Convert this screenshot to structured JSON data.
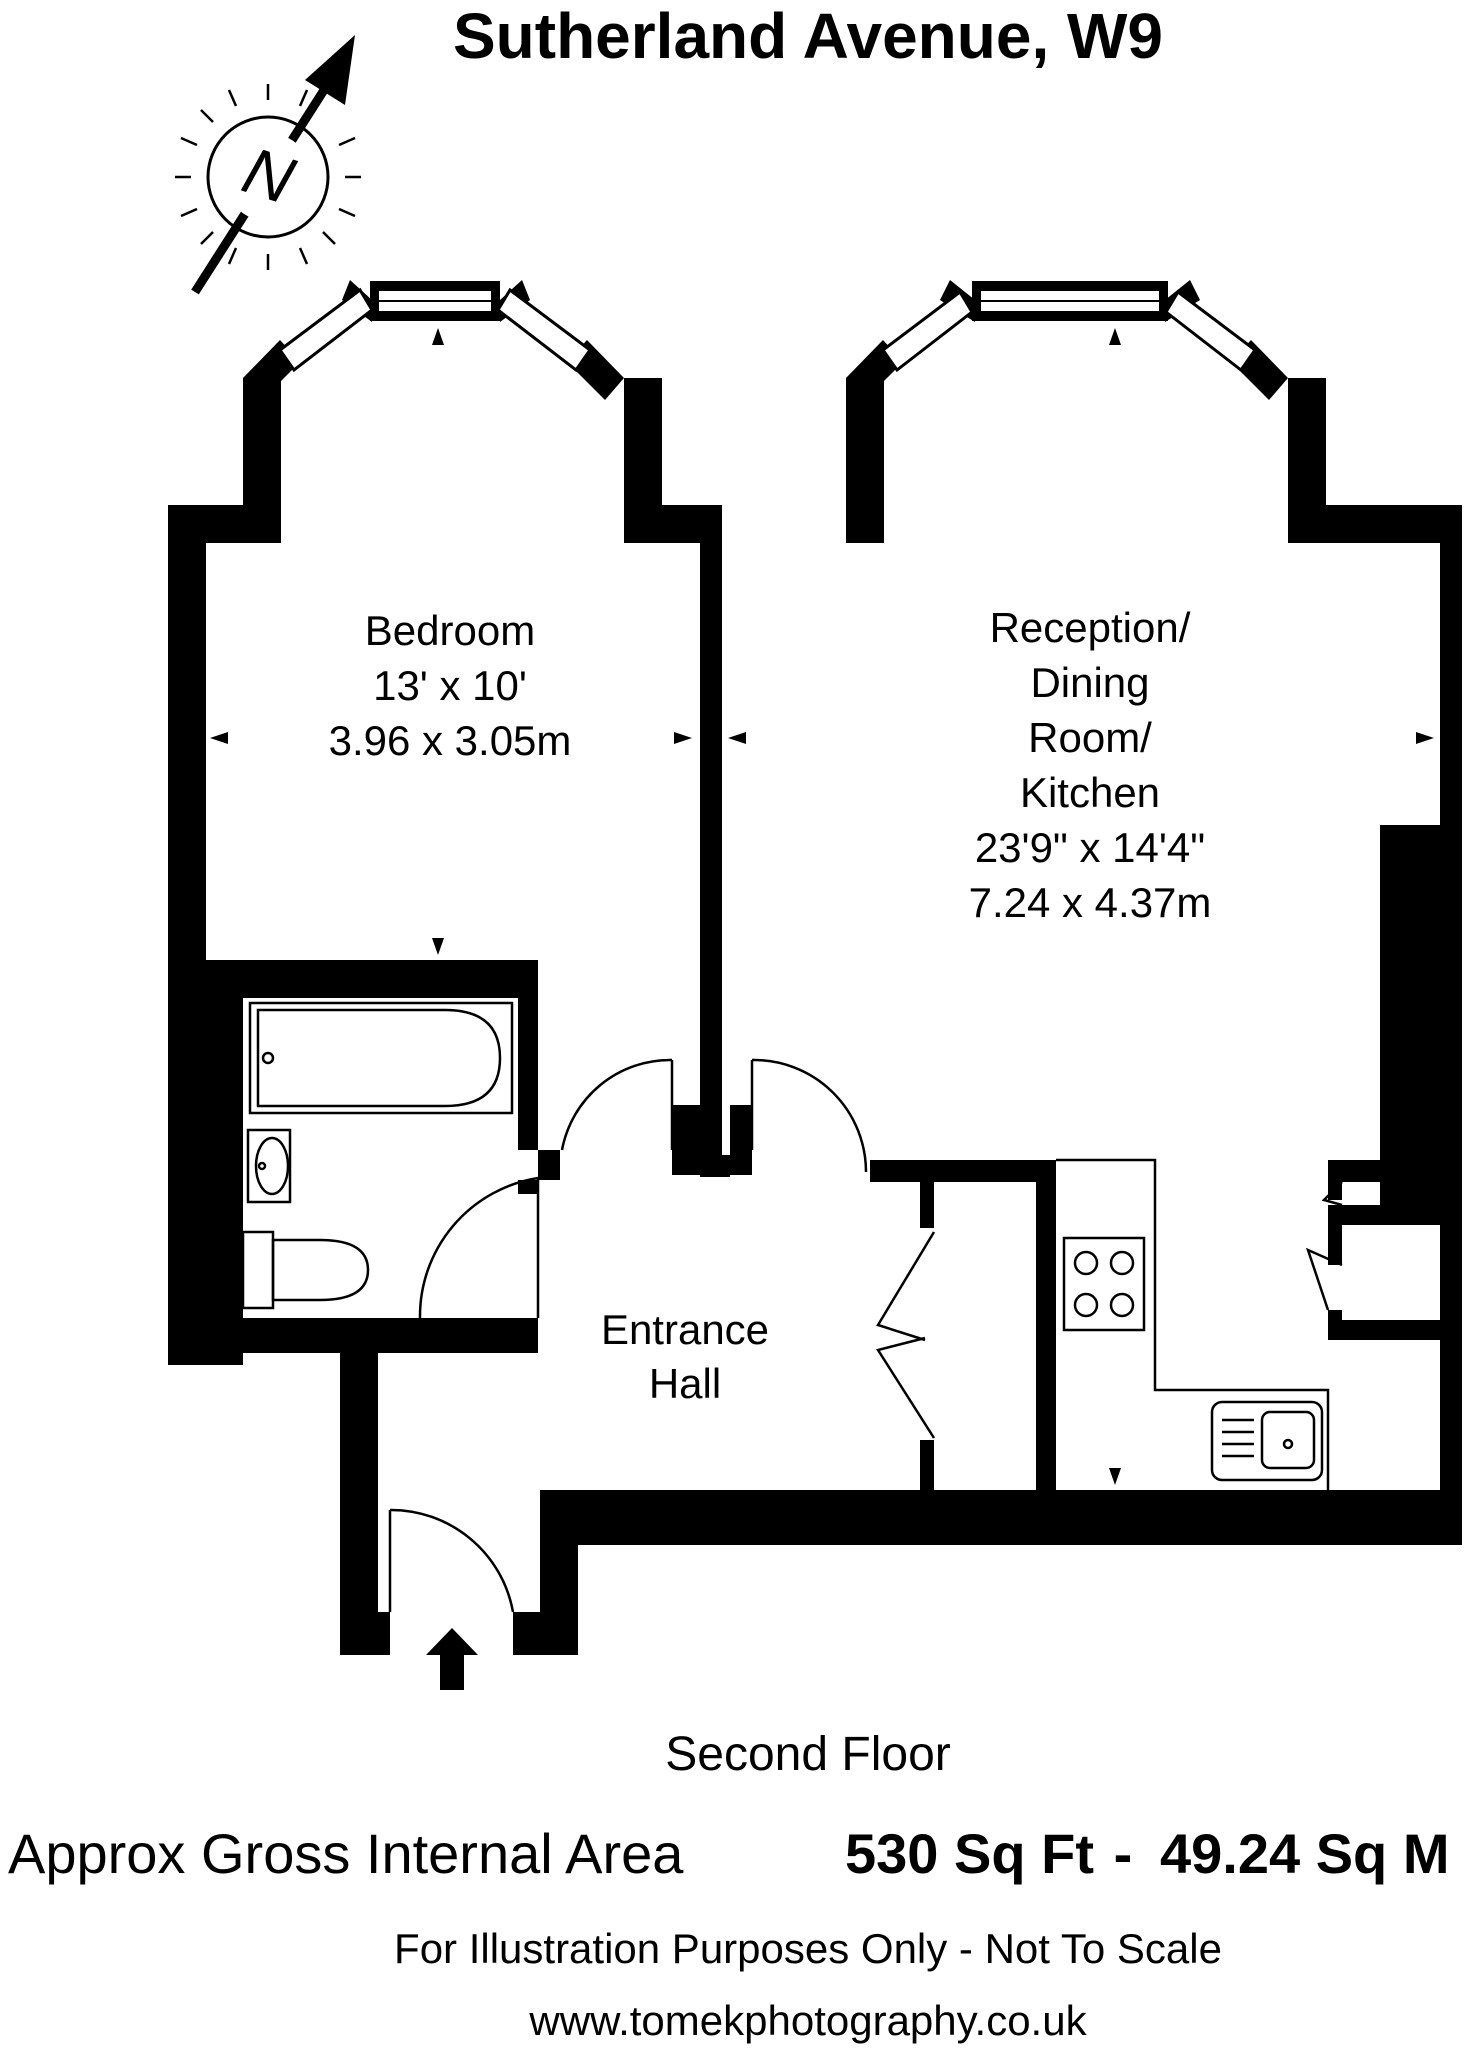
{
  "title": "Sutherland Avenue, W9",
  "compass": {
    "letter": "N",
    "icon": "north-arrow-icon"
  },
  "rooms": {
    "bedroom": {
      "name": "Bedroom",
      "dim_imperial": "13' x 10'",
      "dim_metric": "3.96 x 3.05m"
    },
    "reception": {
      "line1": "Reception/",
      "line2": "Dining",
      "line3": "Room/",
      "line4": "Kitchen",
      "dim_imperial": "23'9\" x 14'4\"",
      "dim_metric": "7.24 x 4.37m"
    },
    "entrance": {
      "line1": "Entrance",
      "line2": "Hall"
    }
  },
  "floor_label": "Second Floor",
  "area": {
    "label": "Approx Gross Internal Area",
    "sqft": "530 Sq Ft",
    "dash": "-",
    "sqm": "49.24 Sq M"
  },
  "disclaimer": "For Illustration Purposes Only - Not To Scale",
  "website": "www.tomekphotography.co.uk"
}
